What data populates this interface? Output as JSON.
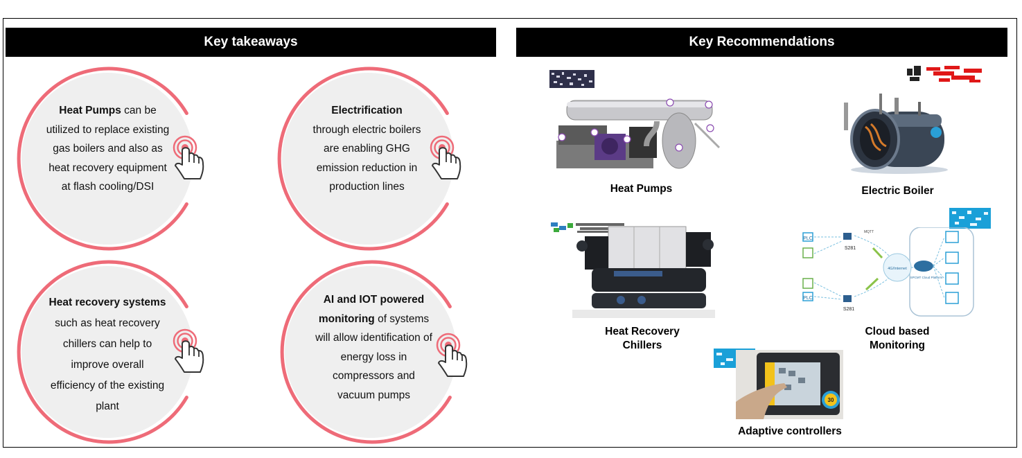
{
  "sections": {
    "takeaways_title": "Key takeaways",
    "recommendations_title": "Key Recommendations"
  },
  "takeaways": [
    {
      "bold": "Heat Pumps",
      "rest": " can be utilized to replace existing gas boilers and also as heat recovery equipment at flash cooling/DSI"
    },
    {
      "bold": "Electrification",
      "rest": " through electric boilers are enabling GHG emission reduction in production lines"
    },
    {
      "bold": "Heat recovery systems",
      "rest": " such as heat recovery chillers can help to improve overall efficiency of the existing plant"
    },
    {
      "bold": "AI and IOT powered monitoring",
      "rest": " of systems will allow identification of energy loss in compressors and vacuum pumps"
    }
  ],
  "recommendations": {
    "heat_pumps": "Heat Pumps",
    "electric_boiler": "Electric Boiler",
    "heat_recovery_chillers": "Heat Recovery Chillers",
    "cloud_monitoring": "Cloud based Monitoring",
    "adaptive_controllers": "Adaptive controllers"
  },
  "diagram_labels": {
    "plc": "PLC",
    "s281": "S281",
    "internet": "4G/Internet",
    "cloud_platform": "SPCMT Cloud Platform",
    "mqtt": "MQTT"
  },
  "badge_label": "30",
  "colors": {
    "ring": "#ee6b78",
    "circle_fill": "#efefef",
    "header_bg": "#000000",
    "accent_blue": "#2a9fd6"
  }
}
